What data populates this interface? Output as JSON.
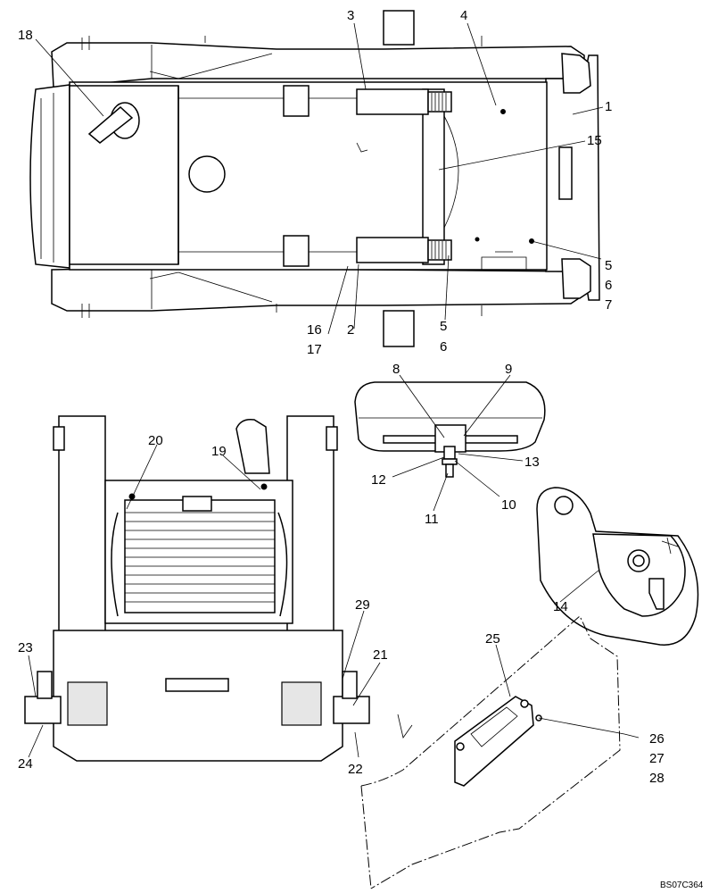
{
  "diagram": {
    "drawing_code": "BS07C364",
    "callouts": [
      {
        "id": "c1",
        "label": "1"
      },
      {
        "id": "c2",
        "label": "2"
      },
      {
        "id": "c3",
        "label": "3"
      },
      {
        "id": "c4",
        "label": "4"
      },
      {
        "id": "c5a",
        "label": "5"
      },
      {
        "id": "c6a",
        "label": "6"
      },
      {
        "id": "c7",
        "label": "7"
      },
      {
        "id": "c5b",
        "label": "5"
      },
      {
        "id": "c6b",
        "label": "6"
      },
      {
        "id": "c15",
        "label": "15"
      },
      {
        "id": "c16",
        "label": "16"
      },
      {
        "id": "c17",
        "label": "17"
      },
      {
        "id": "c18",
        "label": "18"
      },
      {
        "id": "c8",
        "label": "8"
      },
      {
        "id": "c9",
        "label": "9"
      },
      {
        "id": "c10",
        "label": "10"
      },
      {
        "id": "c11",
        "label": "11"
      },
      {
        "id": "c12",
        "label": "12"
      },
      {
        "id": "c13",
        "label": "13"
      },
      {
        "id": "c14",
        "label": "14"
      },
      {
        "id": "c19",
        "label": "19"
      },
      {
        "id": "c20",
        "label": "20"
      },
      {
        "id": "c21",
        "label": "21"
      },
      {
        "id": "c22",
        "label": "22"
      },
      {
        "id": "c23",
        "label": "23"
      },
      {
        "id": "c24",
        "label": "24"
      },
      {
        "id": "c25",
        "label": "25"
      },
      {
        "id": "c26",
        "label": "26"
      },
      {
        "id": "c27",
        "label": "27"
      },
      {
        "id": "c28",
        "label": "28"
      },
      {
        "id": "c29",
        "label": "29"
      }
    ]
  }
}
